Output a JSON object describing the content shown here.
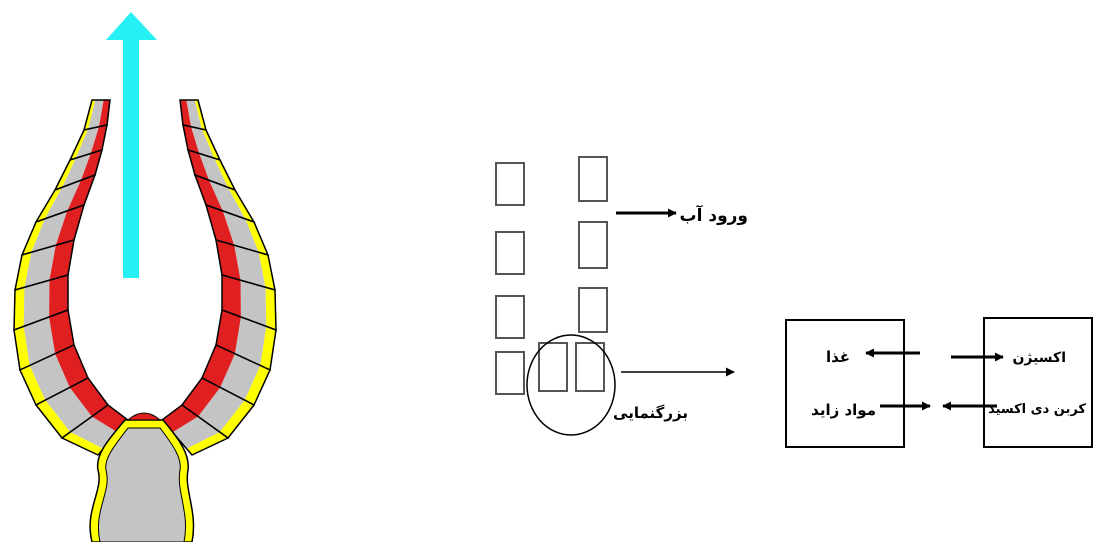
{
  "labels": {
    "water_inlet": "ورود آب",
    "magnification": "بزرگنمایی",
    "food": "غذا",
    "waste": "مواد زاید",
    "oxygen": "اکسیژن",
    "carbon_dioxide": "کربن دی اکسید"
  },
  "colors": {
    "flow_arrow": "#27f0f4",
    "cell_body": "#c4c4c4",
    "cell_outer": "#ffff00",
    "cell_inner": "#e02020",
    "outline": "#000000"
  }
}
